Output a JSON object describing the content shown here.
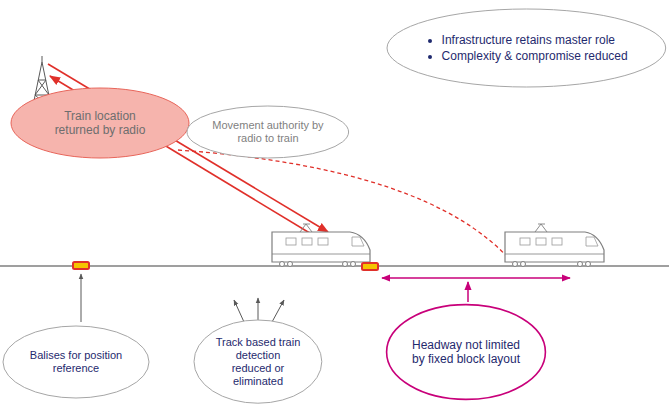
{
  "diagram": {
    "nodes": [
      {
        "text": [
          "Infrastructure retains master role",
          "Complexity & compromise reduced"
        ]
      },
      {
        "text": [
          "Train location returned by radio"
        ]
      },
      {
        "text": [
          "Movement authority by radio to train"
        ]
      },
      {
        "text": [
          "Balises for position reference"
        ]
      },
      {
        "text": [
          "Track based train detection reduced or eliminated"
        ]
      },
      {
        "text": [
          "Headway not limited by fixed block layout"
        ]
      }
    ]
  }
}
